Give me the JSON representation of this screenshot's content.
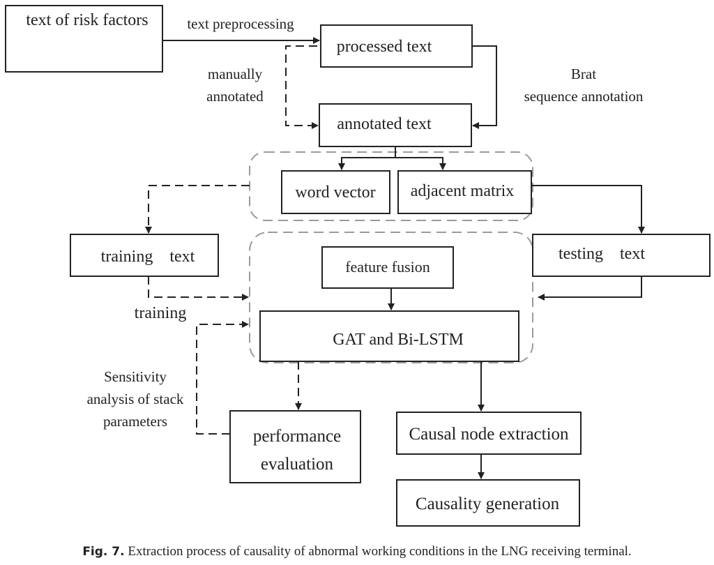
{
  "nodes": {
    "risk_factors": "text of risk factors",
    "processed_text": "processed text",
    "annotated_text": "annotated text",
    "word_vector": "word vector",
    "adjacent_matrix": "adjacent matrix",
    "training_text": "training    text",
    "testing_text": "testing    text",
    "feature_fusion": "feature fusion",
    "gat_bilstm": "GAT and Bi-LSTM",
    "performance_evaluation": [
      "performance",
      "evaluation"
    ],
    "causal_node_extraction": "Causal node extraction",
    "causality_generation": "Causality generation"
  },
  "edge_labels": {
    "text_preprocessing": "text preprocessing",
    "manually_annotated": [
      "manually",
      "annotated"
    ],
    "brat": [
      "Brat",
      "sequence annotation"
    ],
    "training": "training",
    "sensitivity": [
      "Sensitivity",
      "analysis of stack",
      "parameters"
    ]
  },
  "caption": {
    "label": "Fig. 7.",
    "text": " Extraction process of causality of abnormal working conditions in the LNG receiving terminal."
  }
}
